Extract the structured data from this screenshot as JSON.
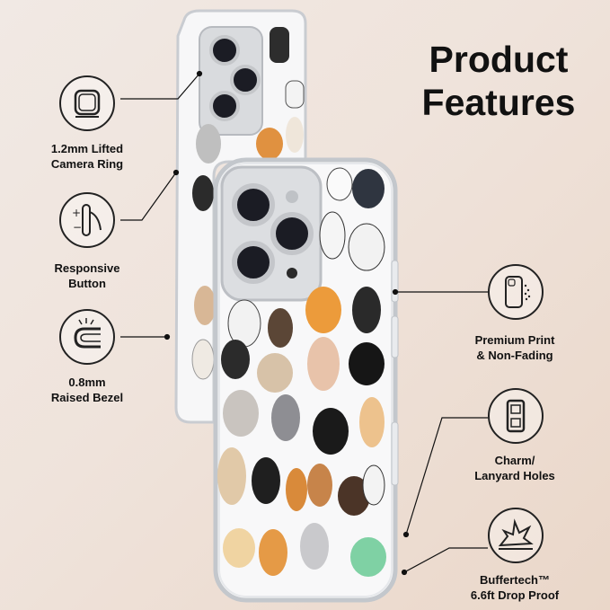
{
  "heading": {
    "line1": "Product",
    "line2": "Features"
  },
  "features": [
    {
      "line1": "1.2mm Lifted",
      "line2": "Camera Ring",
      "icon": "camera-ring-icon"
    },
    {
      "line1": "Responsive",
      "line2": "Button",
      "icon": "button-icon"
    },
    {
      "line1": "0.8mm",
      "line2": "Raised Bezel",
      "icon": "bezel-icon"
    },
    {
      "line1": "Premium Print",
      "line2": "& Non-Fading",
      "icon": "print-icon"
    },
    {
      "line1": "Charm/",
      "line2": "Lanyard Holes",
      "icon": "lanyard-hole-icon"
    },
    {
      "line1": "Buffertech™",
      "line2": "6.6ft Drop Proof",
      "icon": "shock-icon"
    }
  ],
  "colors": {
    "ink": "#111111",
    "phone_silver": "#d7d9dc",
    "lens": "#1b1c24"
  }
}
